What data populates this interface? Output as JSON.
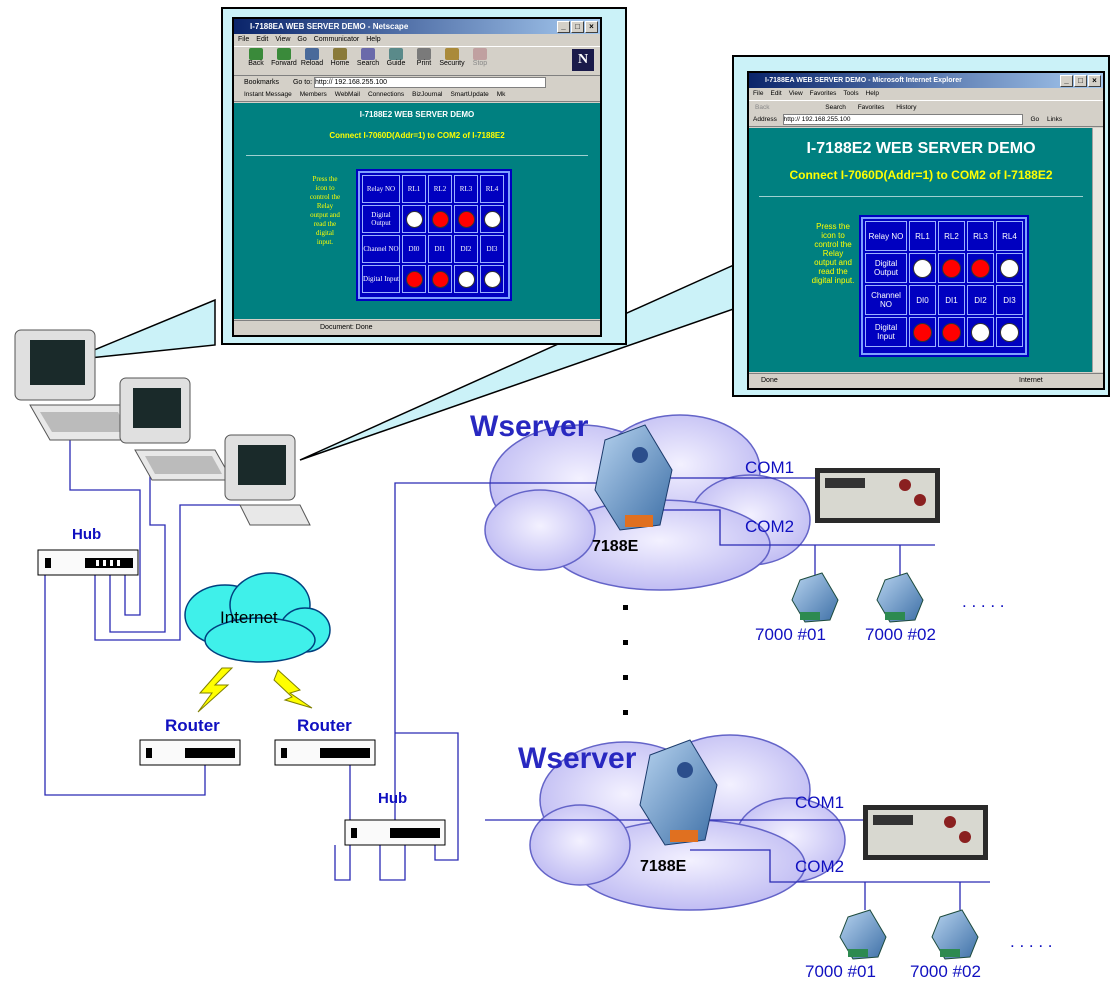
{
  "netscape": {
    "title": "I-7188EA WEB SERVER DEMO - Netscape",
    "menu": [
      "File",
      "Edit",
      "View",
      "Go",
      "Communicator",
      "Help"
    ],
    "toolbar": [
      "Back",
      "Forward",
      "Reload",
      "Home",
      "Search",
      "Guide",
      "Print",
      "Security",
      "Stop"
    ],
    "bookmarks_label": "Bookmarks",
    "goto_label": "Go to:",
    "url": "http:// 192.168.255.100",
    "personal_bar": [
      "Instant Message",
      "Members",
      "WebMail",
      "Connections",
      "BizJournal",
      "SmartUpdate",
      "Mk"
    ],
    "status": "Document: Done"
  },
  "ie": {
    "title": "I-7188EA WEB SERVER DEMO - Microsoft Internet Explorer",
    "menu": [
      "File",
      "Edit",
      "View",
      "Favorites",
      "Tools",
      "Help"
    ],
    "toolbar": [
      "Back",
      "Search",
      "Favorites",
      "History"
    ],
    "address_label": "Address",
    "url": "http:// 192.168.255.100",
    "go_label": "Go",
    "links_label": "Links",
    "status_left": "Done",
    "status_right": "Internet"
  },
  "demo": {
    "title": "I-7188E2 WEB SERVER DEMO",
    "subtitle": "Connect I-7060D(Addr=1) to COM2 of I-7188E2",
    "hint": "Press the icon to control the Relay output and read the digital input.",
    "relay_label": "Relay NO",
    "relays": [
      "RL1",
      "RL2",
      "RL3",
      "RL4"
    ],
    "do_label": "Digital Output",
    "do_states": [
      "white",
      "red",
      "red",
      "white"
    ],
    "channel_label": "Channel NO",
    "channels": [
      "DI0",
      "DI1",
      "DI2",
      "DI3"
    ],
    "di_label": "Digital Input",
    "di_states": [
      "red",
      "red",
      "white",
      "white"
    ]
  },
  "network": {
    "hub_label": "Hub",
    "internet_label": "Internet",
    "router_label": "Router",
    "wserver_label": "Wserver",
    "device_label": "7188E",
    "com1": "COM1",
    "com2": "COM2",
    "module1": "7000 #01",
    "module2": "7000 #02",
    "more": ". . . . ."
  }
}
